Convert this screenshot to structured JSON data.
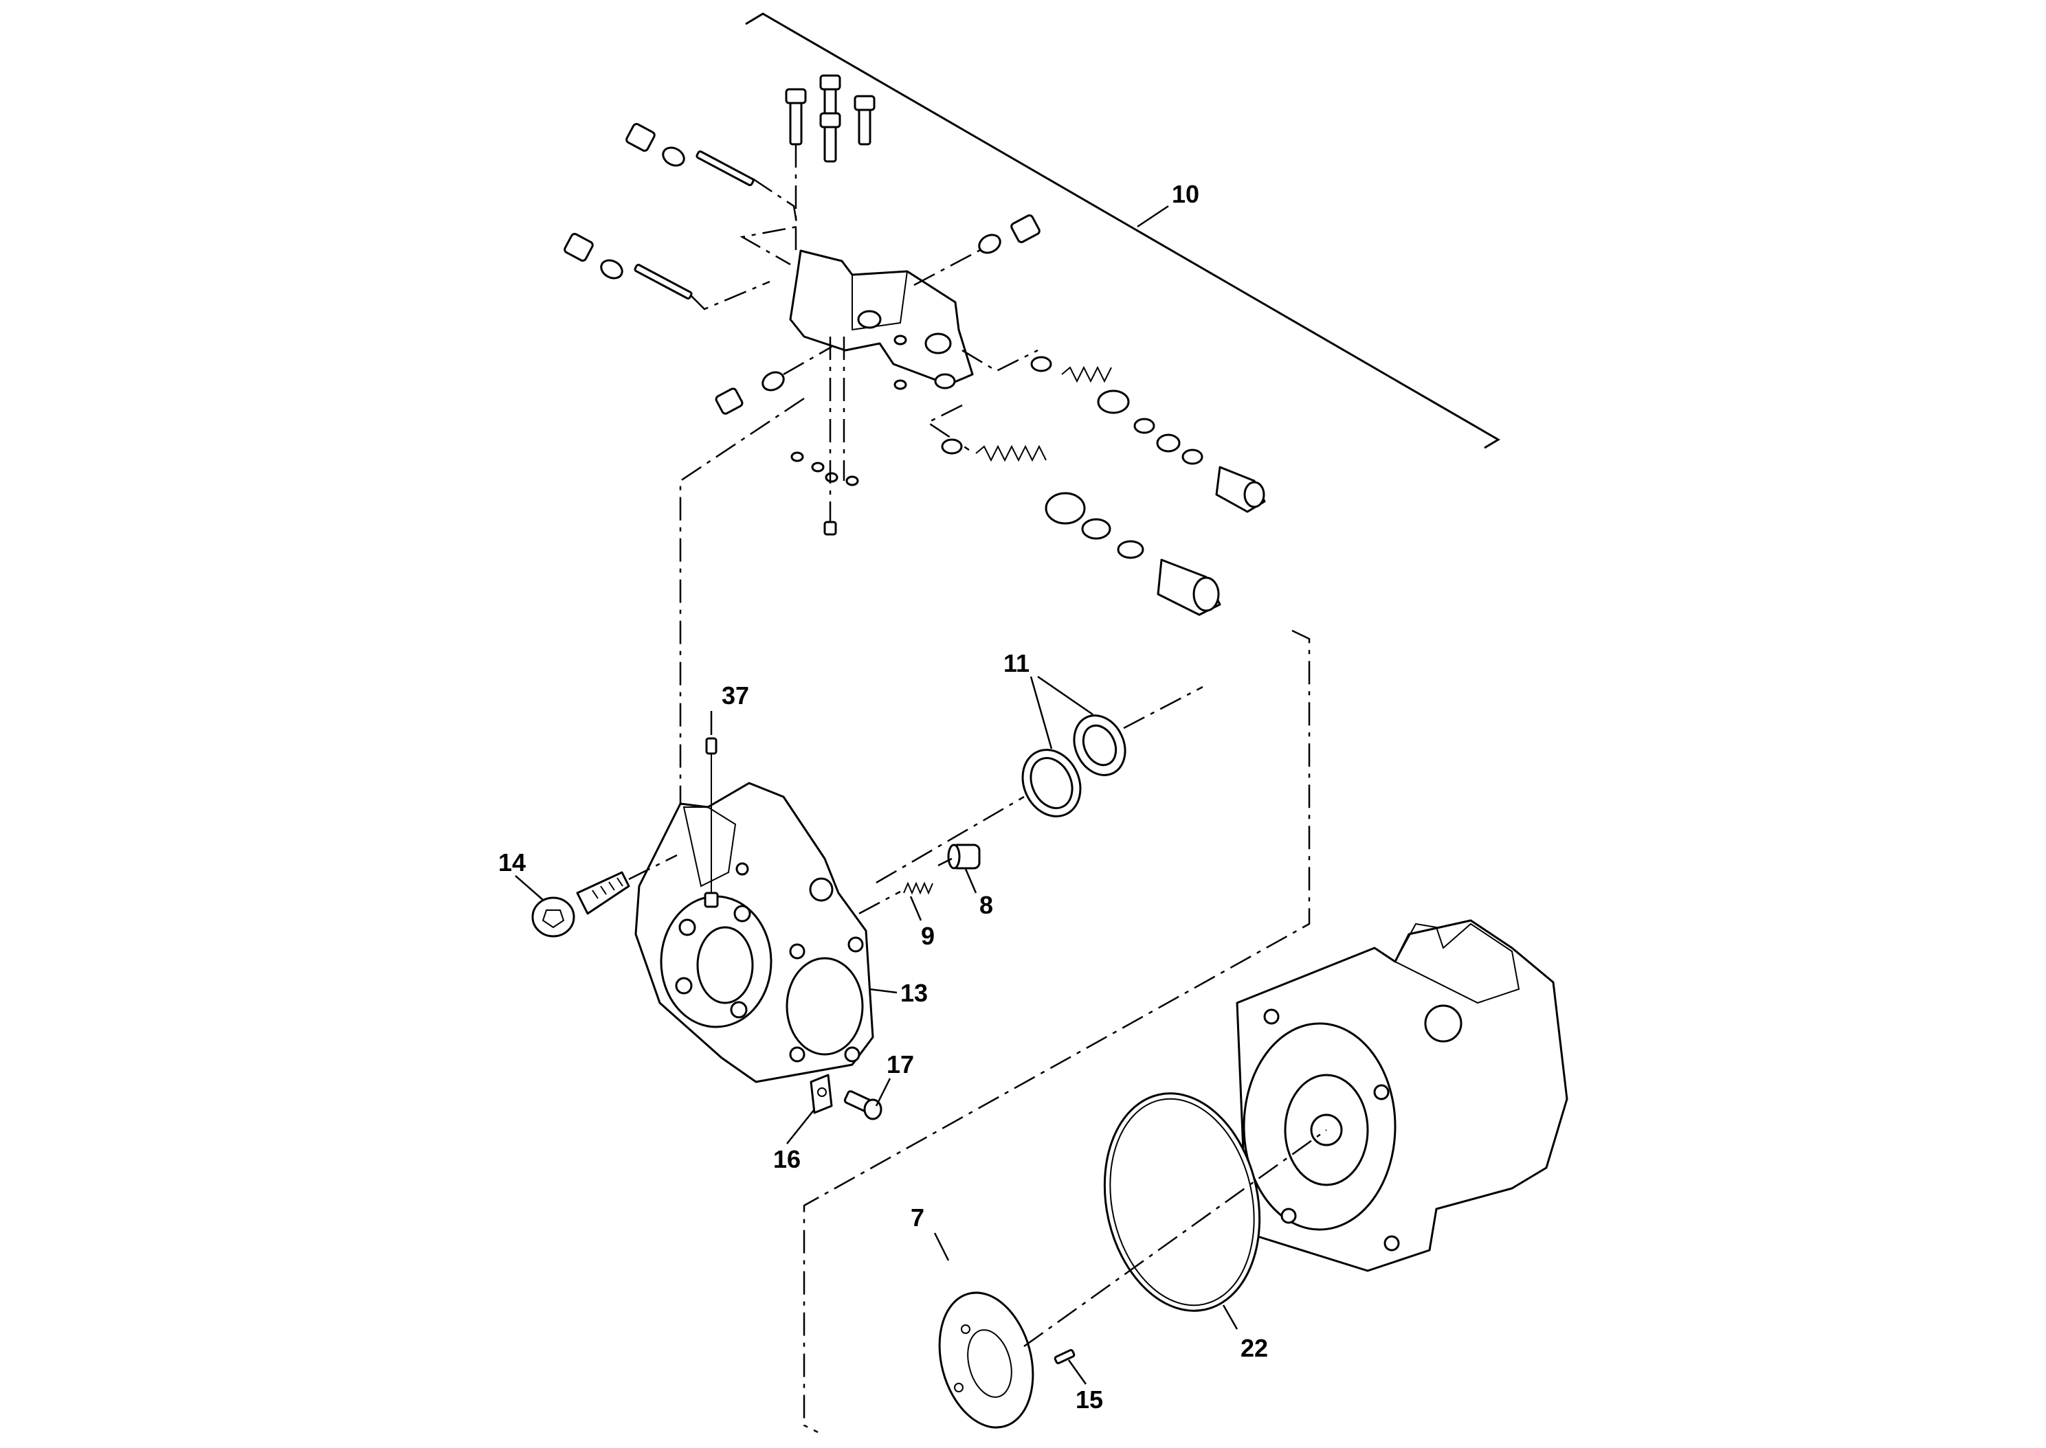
{
  "diagram": {
    "callouts": [
      {
        "id": "c10",
        "label": "10"
      },
      {
        "id": "c11",
        "label": "11"
      },
      {
        "id": "c37",
        "label": "37"
      },
      {
        "id": "c14",
        "label": "14"
      },
      {
        "id": "c8",
        "label": "8"
      },
      {
        "id": "c9",
        "label": "9"
      },
      {
        "id": "c13",
        "label": "13"
      },
      {
        "id": "c17",
        "label": "17"
      },
      {
        "id": "c16",
        "label": "16"
      },
      {
        "id": "c7",
        "label": "7"
      },
      {
        "id": "c22",
        "label": "22"
      },
      {
        "id": "c15",
        "label": "15"
      }
    ]
  }
}
